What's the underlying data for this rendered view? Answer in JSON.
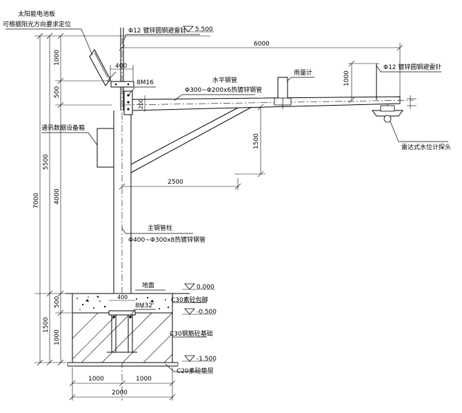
{
  "callouts": {
    "solar_panel_line1": "太阳能电池板",
    "solar_panel_line2": "可根据阳光方向要求定位",
    "lightning_rod_top": "Φ12 镀锌圆钢避雷针",
    "lightning_rod_right": "Φ12 镀锌圆钢避雷针",
    "horizontal_pipe_line1": "水平钢管",
    "horizontal_pipe_line2": "Φ300~Φ200x6热镀锌钢管",
    "rain_gauge": "雨量计",
    "bolts_top": "8M16",
    "comm_box": "通讯数据设备箱",
    "radar_sensor": "雷达式水位计探头",
    "main_pole_line1": "主钢管柱",
    "main_pole_line2": "Φ400~Φ300x8热镀锌钢管",
    "ground": "地面",
    "bolts_base": "8M32",
    "concrete_cap": "C30素砼包脚",
    "concrete_base": "C30钢筋砼基础",
    "cushion": "C20素砼垫层"
  },
  "elevations": {
    "top": "5.500",
    "ground": "0.000",
    "mid": "-0.500",
    "bottom": "-1.500"
  },
  "dimensions": {
    "arm_length": "6000",
    "rod_height": "1000",
    "v1000_top": "1000",
    "v500_top": "500",
    "bracket_400": "400",
    "flange_200": "200",
    "v5500": "5500",
    "v4000": "4000",
    "v7000": "7000",
    "v1500_strut": "1500",
    "strut_2500": "2500",
    "base_400": "400",
    "v500_base": "500",
    "v1000_base": "1000",
    "v1500_base": "1500",
    "w1000_left": "1000",
    "w1000_right": "1000",
    "w2000": "2000"
  }
}
